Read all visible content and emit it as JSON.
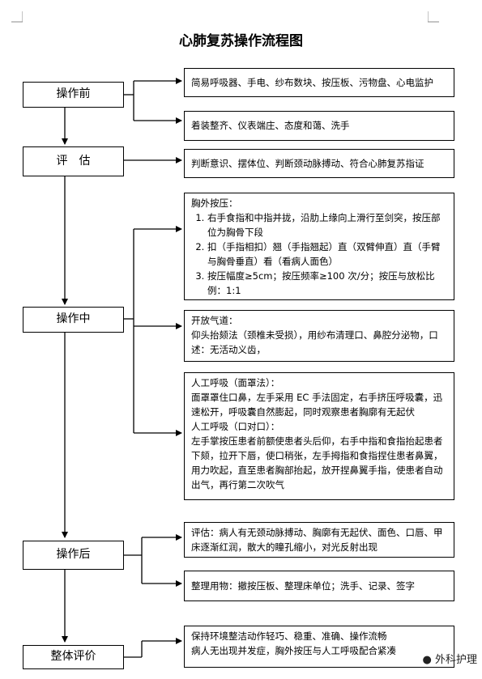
{
  "title": "心肺复苏操作流程图",
  "stages": {
    "before": "操作前",
    "assess": "评　估",
    "during": "操作中",
    "after": "操作后",
    "overall": "整体评价"
  },
  "before_items": {
    "prep": "简易呼吸器、手电、纱布数块、按压板、污物盘、心电监护",
    "dress": "着装整齐、仪表端庄、态度和蔼、洗手"
  },
  "assess_item": "判断意识、摆体位、判断颈动脉搏动、符合心肺复苏指证",
  "compression": {
    "heading": "胸外按压：",
    "steps": [
      "右手食指和中指并拢，沿肋上缘向上滑行至剑突，按压部位为胸骨下段",
      "扣（手指相扣）翘（手指翘起）直（双臂伸直）直（手臂与胸骨垂直）看（看病人面色）",
      "按压幅度≥5cm；按压频率≥100 次/分；按压与放松比例：1:1"
    ]
  },
  "airway": {
    "heading": "开放气道：",
    "text": "仰头抬颏法（颈椎未受损），用纱布清理口、鼻腔分泌物，口述：无活动义齿，"
  },
  "breathing": {
    "heading": "人工呼吸（面罩法）：",
    "text1": "面罩罩住口鼻，左手采用 EC 手法固定，右手挤压呼吸囊，迅速松开，呼吸囊自然膨起，同时观察患者胸廓有无起伏",
    "heading2": "人工呼吸（口对口）：",
    "text2": "左手掌按压患者前额使患者头后仰，右手中指和食指抬起患者下颏，拉开下唇，使口稍张，左手拇指和食指捏住患者鼻翼，用力吹起，直至患者胸部抬起，放开捏鼻翼手指，使患者自动出气，再行第二次吹气"
  },
  "after_items": {
    "evaluate": "评估：病人有无颈动脉搏动、胸廓有无起伏、面色、口唇、甲床逐渐红润，散大的瞳孔缩小，对光反射出现",
    "cleanup": "整理用物：撤按压板、整理床单位；洗手、记录、签字"
  },
  "overall_text": {
    "line1": "保持环境整洁动作轻巧、稳重、准确、操作流畅",
    "line2": "病人无出现并发症，胸外按压与人工呼吸配合紧凑"
  },
  "watermark": "外科护理"
}
